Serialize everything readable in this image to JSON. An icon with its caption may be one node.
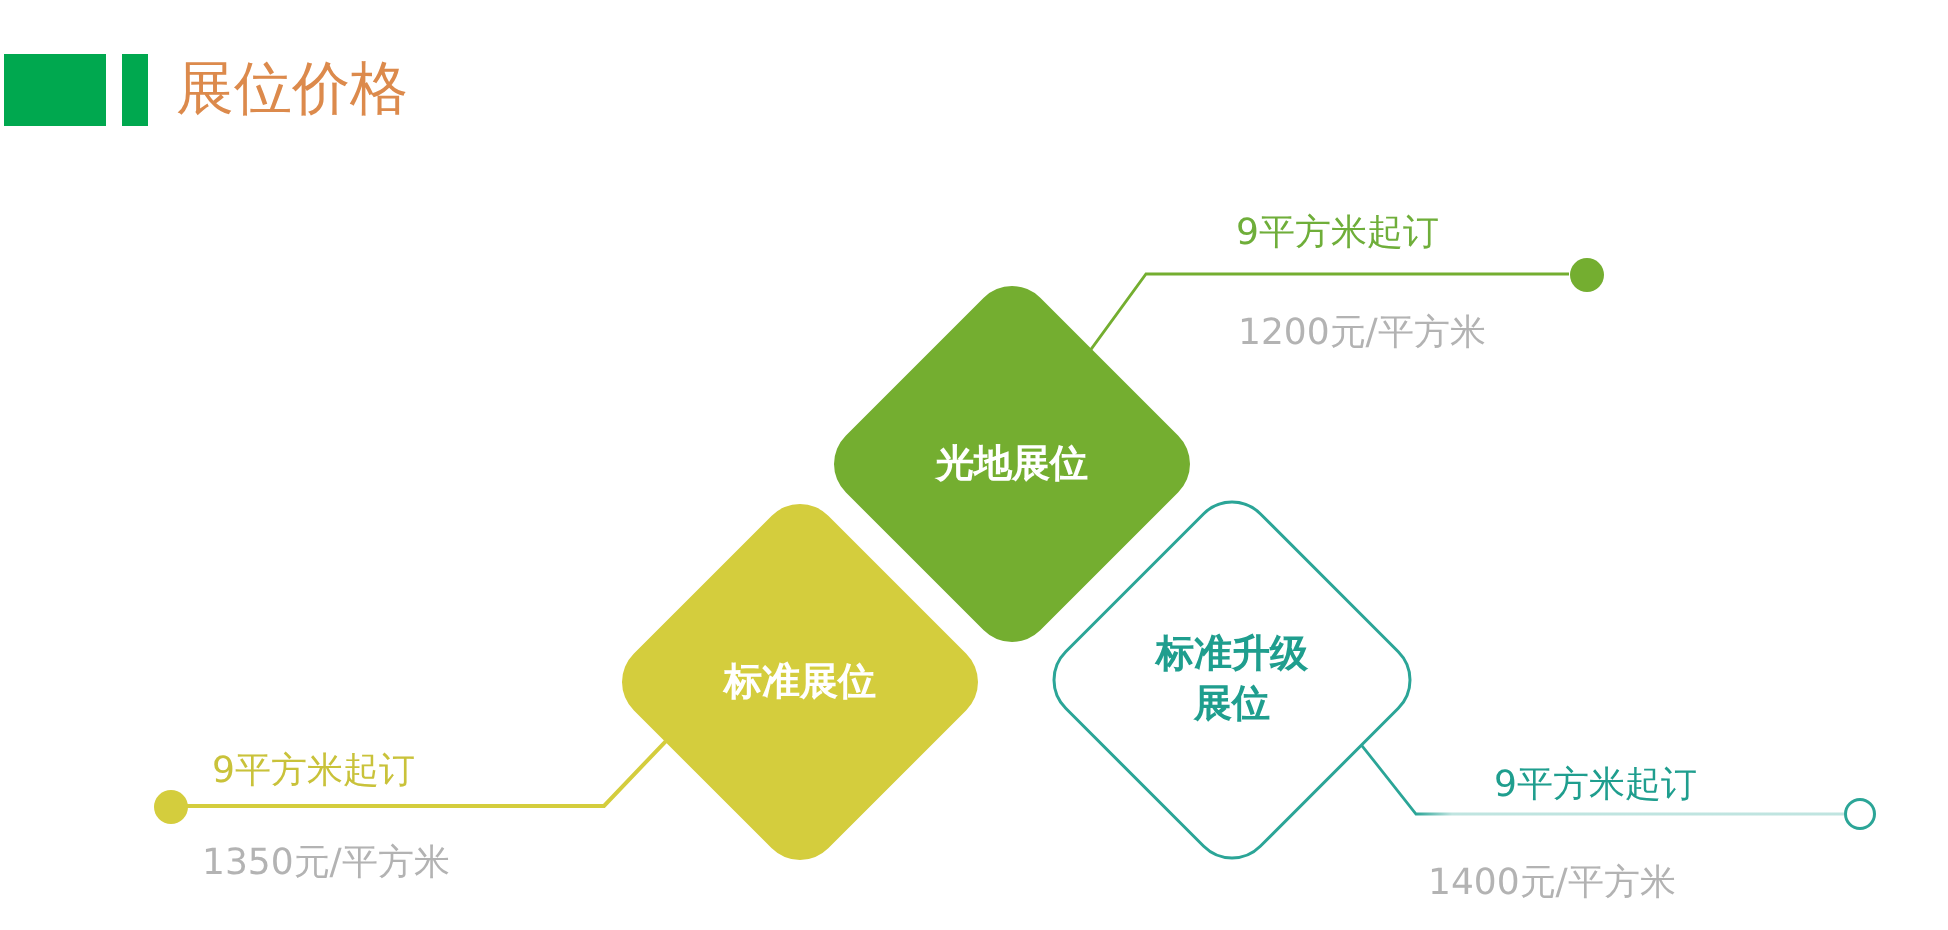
{
  "diagram": {
    "title": "展位价格",
    "nodes": [
      {
        "text": [
          "光地展位"
        ]
      },
      {
        "text": [],
        "shape": "circle"
      },
      {
        "text": [
          "标准展位"
        ]
      },
      {
        "text": [],
        "shape": "circle"
      },
      {
        "text": [
          "标准升级展位"
        ]
      },
      {
        "text": [],
        "shape": "circle"
      }
    ],
    "edges": [
      {
        "from": 0,
        "to": 1,
        "arrow": "none",
        "color": "#74ae30"
      },
      {
        "from": 2,
        "to": 3,
        "arrow": "none",
        "color": "#d4cd3d"
      },
      {
        "from": 4,
        "to": 5,
        "arrow": "none",
        "color": "#2ba597"
      }
    ],
    "labels": [
      "9平方米起订",
      "1200元/平方米",
      "9平方米起订",
      "9平方米起订",
      "1350元/平方米",
      "1400元/平方米"
    ]
  }
}
